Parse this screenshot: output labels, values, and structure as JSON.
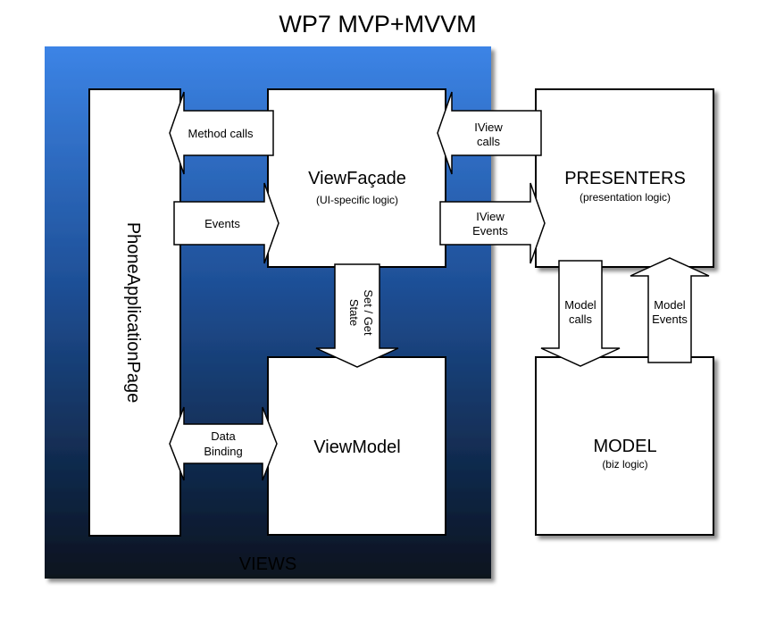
{
  "title": "WP7 MVP+MVVM",
  "views": {
    "label": "VIEWS"
  },
  "phone_page": {
    "label": "PhoneApplicationPage"
  },
  "view_facade": {
    "title": "ViewFaçade",
    "subtitle": "(UI-specific logic)"
  },
  "view_model": {
    "title": "ViewModel"
  },
  "presenters": {
    "title": "PRESENTERS",
    "subtitle": "(presentation logic)"
  },
  "model": {
    "title": "MODEL",
    "subtitle": "(biz logic)"
  },
  "arrows": {
    "method_calls": "Method calls",
    "events": "Events",
    "iview_calls": [
      "IView",
      "calls"
    ],
    "iview_events": [
      "IView",
      "Events"
    ],
    "set_get_state": [
      "Set / Get",
      "State"
    ],
    "data_binding": [
      "Data",
      "Binding"
    ],
    "model_calls": [
      "Model",
      "calls"
    ],
    "model_events": [
      "Model",
      "Events"
    ]
  },
  "colors": {
    "views_top": "#3c84e6",
    "views_bottom": "#08121e",
    "presenters_title": "#8b0000",
    "view_facade_subtitle": "#e60000",
    "model_title": "#1a1ad6",
    "views_label": "#ffffff"
  }
}
